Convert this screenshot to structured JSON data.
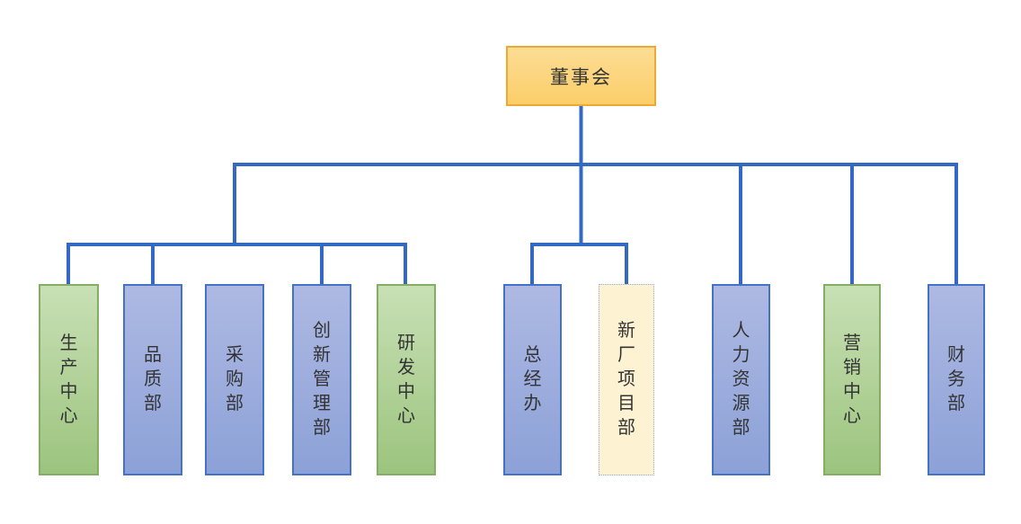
{
  "diagram": {
    "type": "org-chart",
    "root": {
      "label": "董事会"
    },
    "departments": [
      {
        "label": "生产中心",
        "style": "green"
      },
      {
        "label": "品质部",
        "style": "blue"
      },
      {
        "label": "采购部",
        "style": "blue"
      },
      {
        "label": "创新管理部",
        "style": "blue"
      },
      {
        "label": "研发中心",
        "style": "green"
      },
      {
        "label": "总经办",
        "style": "blue"
      },
      {
        "label": "新厂项目部",
        "style": "cream"
      },
      {
        "label": "人力资源部",
        "style": "blue"
      },
      {
        "label": "营销中心",
        "style": "green"
      },
      {
        "label": "财务部",
        "style": "blue"
      }
    ]
  },
  "colors": {
    "connector": "#3468c5",
    "root_fill_top": "#fcdd95",
    "root_fill_bottom": "#fbce68",
    "root_border": "#eda933",
    "blue_fill_top": "#aeb9e3",
    "blue_fill_bottom": "#8ca1d7",
    "blue_border": "#4472c4",
    "green_fill_top": "#c8e0b5",
    "green_fill_bottom": "#9cc47e",
    "green_border": "#85ae65",
    "cream_fill": "#fdf3d2",
    "cream_border": "#8fa8d8",
    "text": "#333333"
  }
}
